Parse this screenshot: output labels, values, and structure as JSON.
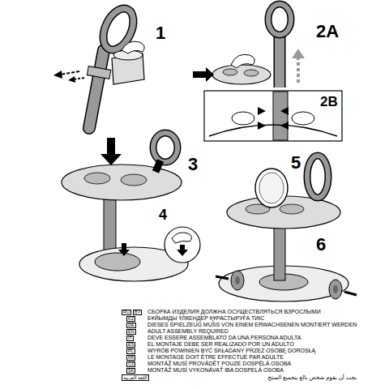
{
  "diagram": {
    "nodes": [
      {
        "text": [
          "RU"
        ]
      },
      {
        "text": [
          "BY"
        ]
      },
      {
        "text": [
          "KZ"
        ]
      },
      {
        "text": [
          "DE"
        ]
      },
      {
        "text": [
          "EN"
        ]
      },
      {
        "text": [
          "IT"
        ]
      },
      {
        "text": [
          "ES"
        ]
      },
      {
        "text": [
          "PL"
        ]
      },
      {
        "text": [
          "FR"
        ]
      },
      {
        "text": [
          "CZ"
        ]
      },
      {
        "text": [
          "SK"
        ]
      },
      {
        "text": [
          "اللغة العربية"
        ]
      }
    ],
    "labels": [
      "1",
      "2A",
      "2B",
      "3",
      "4",
      "5",
      "6",
      "СБОРКА ИЗДЕЛИЯ ДОЛЖНА ОСУЩЕСТВЛЯТЬСЯ ВЗРОСЛЫМИ",
      "БҰЙЫМДЫ ҮЛКЕНДЕР ҚҰРАСТЫРУҒА ТИІС",
      "DIESES SPIELZEUG MUSS VON EINEM ERWACHSENEN MONTIERT WERDEN",
      "ADULT ASSEMBLY REQUIRED",
      "DEVE ESSERE ASSEMBLATO DA UNA PERSONA ADULTA",
      "EL MONTAJE DEBE SER REALIZADO POR UN ADULTO",
      "WYRÓB POWINIEN BYĆ SKŁADANY PRZEZ OSOBĘ DOROSŁĄ",
      "LE MONTAGE DOIT ÊTRE EFFECTUÉ PAR ADULTE",
      "MONTÁŽ MUSÍ PROVÁDĚT POUZE DOSPĚLÁ OSOBA",
      "MONTÁŽ MUSÍ VYKONÁVAŤ IBA DOSPELÁ OSOBA",
      "يجب أن يقوم شخص بالغ بتجميع المنتج"
    ]
  }
}
